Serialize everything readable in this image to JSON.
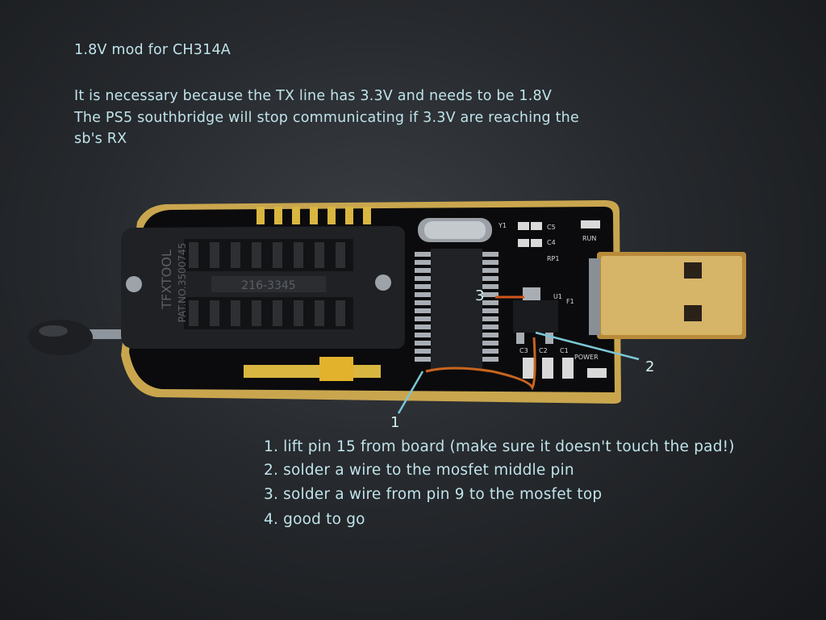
{
  "intro": {
    "title": "1.8V mod for CH314A",
    "line1": "It is necessary because the TX line has 3.3V and needs to be 1.8V",
    "line2": "The PS5 southbridge will stop communicating if 3.3V are reaching the",
    "line3": "sb's RX"
  },
  "callouts": {
    "c1": "1",
    "c2": "2",
    "c3": "3"
  },
  "steps": [
    "1. lift pin 15 from board (make sure it doesn't touch the pad!)",
    "2. solder a wire to the mosfet middle pin",
    "3. solder a wire from pin 9 to the mosfet top",
    "4. good to go"
  ],
  "board": {
    "socket_label": "TFXTOOL",
    "socket_patent": "PAT.NO.3500745",
    "socket_part": "216-3345",
    "silk": {
      "y1": "Y1",
      "c5": "C5",
      "c4": "C4",
      "run": "RUN",
      "rp1": "RP1",
      "u1": "U1",
      "f1": "F1",
      "c3": "C3",
      "c2": "C2",
      "c1": "C1",
      "power": "POWER"
    }
  },
  "colors": {
    "annotation_text": "#bfe3ea",
    "leader_line": "#7cc6d6",
    "wire": "#c8651e",
    "pcb": "#0c0c0e",
    "gold": "#c8a24a"
  }
}
